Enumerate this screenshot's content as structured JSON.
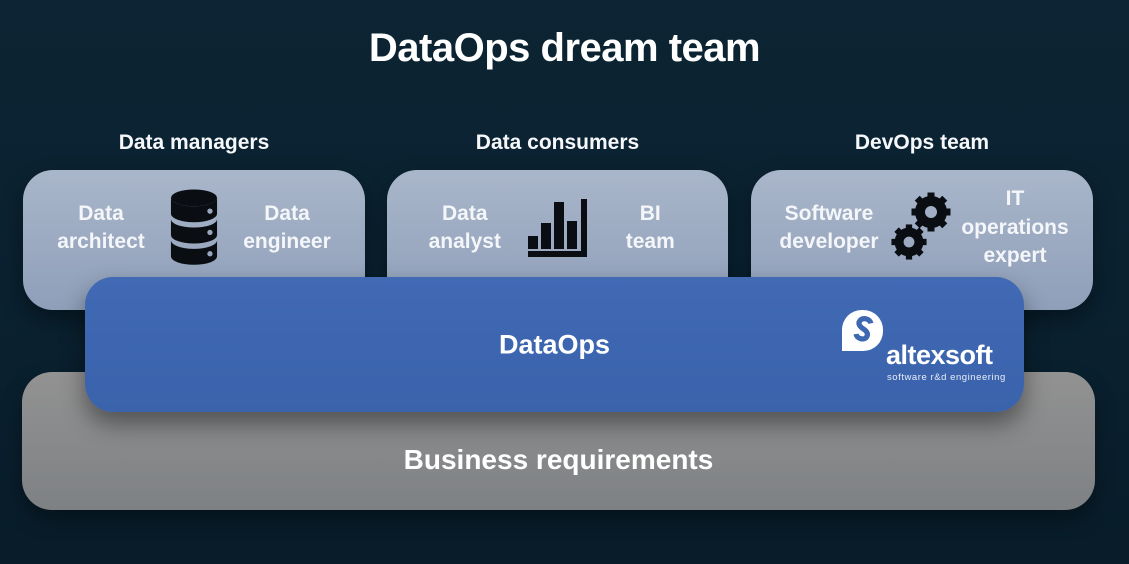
{
  "title": "DataOps dream team",
  "teams": [
    {
      "label": "Data managers",
      "left_role": "Data\narchitect",
      "right_role": "Data\nengineer",
      "icon": "database-icon"
    },
    {
      "label": "Data consumers",
      "left_role": "Data\nanalyst",
      "right_role": "BI\nteam",
      "icon": "bar-chart-icon"
    },
    {
      "label": "DevOps team",
      "left_role": "Software\ndeveloper",
      "right_role": "IT operations\nexpert",
      "icon": "gears-icon"
    }
  ],
  "dataops_band": {
    "label": "DataOps"
  },
  "foundation_band": {
    "label": "Business requirements"
  },
  "logo": {
    "name": "altexsoft",
    "tagline": "software r&d engineering"
  },
  "colors": {
    "background": "#0a2130",
    "team_box": "#9cabc2",
    "dataops_band": "#3e68b2",
    "foundation_band": "#8a8c8e",
    "icon_black": "#0a0e12",
    "text": "#ffffff"
  }
}
